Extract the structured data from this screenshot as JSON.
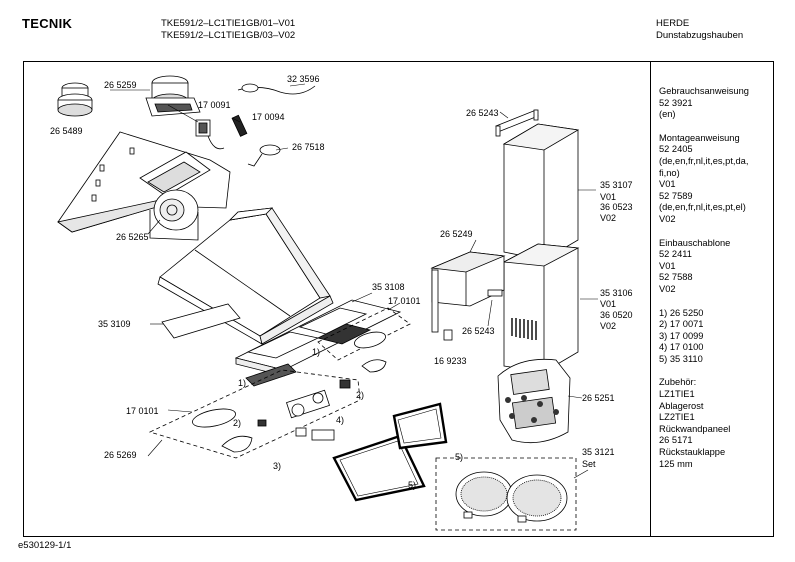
{
  "header": {
    "brand": "TECNIK",
    "model_line_1": "TKE591/2–LC1TIE1GB/01–V01",
    "model_line_2": "TKE591/2–LC1TIE1GB/03–V02",
    "category_1": "HERDE",
    "category_2": "Dunstabzugshauben"
  },
  "side_panel": {
    "lines": [
      "Gebrauchsanweisung",
      "52 3921",
      "(en)",
      "",
      "Montageanweisung",
      "52 2405",
      "(de,en,fr,nl,it,es,pt,da,",
      "fi,no)",
      "V01",
      "52 7589",
      "(de,en,fr,nl,it,es,pt,el)",
      "V02",
      "",
      "Einbauschablone",
      "52 2411",
      "V01",
      "52 7588",
      "V02",
      "",
      "1) 26 5250",
      "2) 17 0071",
      "3) 17 0099",
      "4) 17 0100",
      "5) 35 3110",
      "",
      "Zubehör:",
      "LZ1TIE1",
      "Ablagerost",
      "LZ2TIE1",
      "Rückwandpaneel",
      "26 5171",
      "Rückstauklappe",
      "125 mm"
    ]
  },
  "part_labels": {
    "p265259": "26 5259",
    "p265489": "26 5489",
    "p323596": "32 3596",
    "p170091": "17 0091",
    "p170094": "17 0094",
    "p267518": "26 7518",
    "p265265": "26 5265",
    "p265243a": "26 5243",
    "p353107": "35 3107",
    "v01a": "V01",
    "p360523": "36 0523",
    "v02a": "V02",
    "p265249": "26 5249",
    "p353106": "35 3106",
    "v01b": "V01",
    "p360520": "36 0520",
    "v02b": "V02",
    "p265243b": "26 5243",
    "p169233": "16 9233",
    "p353108": "35 3108",
    "p170101a": "17 0101",
    "p353109": "35 3109",
    "p170101b": "17 0101",
    "p265269": "26 5269",
    "p265251": "26 5251",
    "p353121": "35 3121",
    "set": "Set",
    "c1a": "1)",
    "c1b": "1)",
    "c2a": "2)",
    "c2b": "2)",
    "c3": "3)",
    "c4": "4)",
    "c5a": "5)",
    "c5b": "5)"
  },
  "footer": {
    "doc_id": "e530129-1/1"
  }
}
